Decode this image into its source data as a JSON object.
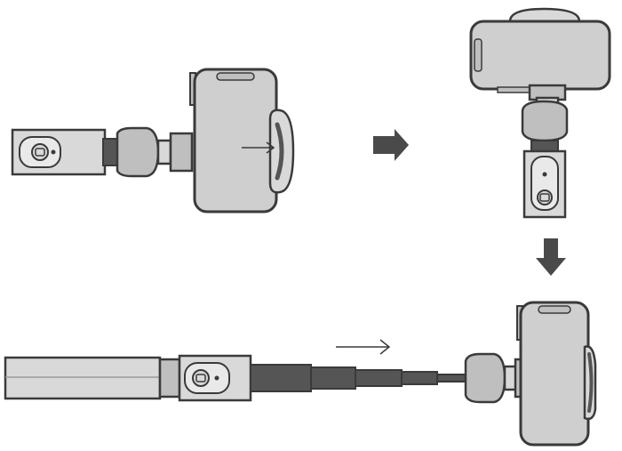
{
  "colors": {
    "outline": "#3a3a3a",
    "light_gray": "#d9d9d9",
    "mid_gray": "#bfbfbf",
    "dark_gray": "#555555",
    "phone_screen": "#cfcfcf",
    "background": "#ffffff"
  },
  "steps": [
    {
      "id": 1,
      "description_icon": "gimbal-phone-horizontal"
    },
    {
      "id": 2,
      "description_icon": "gimbal-phone-rotated-up"
    },
    {
      "id": 3,
      "description_icon": "gimbal-extended-pole"
    }
  ],
  "icons": [
    "right-arrow-icon",
    "down-arrow-icon",
    "thin-arrow-icon",
    "shutter-button-icon"
  ]
}
